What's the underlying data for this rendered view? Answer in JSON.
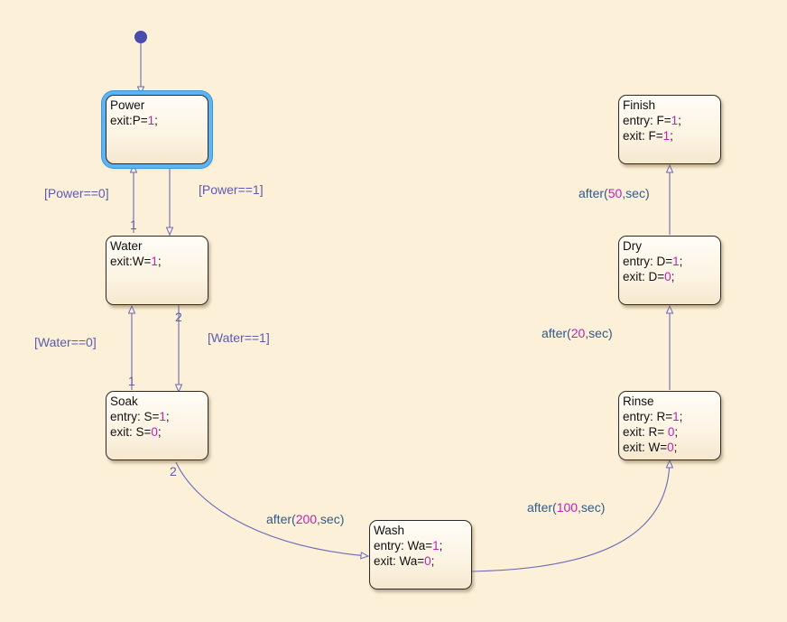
{
  "colors": {
    "background": "#fcf0d8",
    "transition": "#6a6ab8",
    "highlight": "#5eb3f0",
    "numeric": "#c21fb5",
    "junction": "#4a4ab0"
  },
  "states": {
    "power": {
      "name": "Power",
      "lines": [
        {
          "pre": "exit:P=",
          "num": "1",
          "post": ";"
        }
      ],
      "active": true
    },
    "water": {
      "name": "Water",
      "lines": [
        {
          "pre": "exit:W=",
          "num": "1",
          "post": ";"
        }
      ]
    },
    "soak": {
      "name": "Soak",
      "lines": [
        {
          "pre": "entry: S=",
          "num": "1",
          "post": ";"
        },
        {
          "pre": "exit: S=",
          "num": "0",
          "post": ";"
        }
      ]
    },
    "wash": {
      "name": "Wash",
      "lines": [
        {
          "pre": "entry: Wa=",
          "num": "1",
          "post": ";"
        },
        {
          "pre": "exit: Wa=",
          "num": "0",
          "post": ";"
        }
      ]
    },
    "rinse": {
      "name": "Rinse",
      "lines": [
        {
          "pre": "entry: R=",
          "num": "1",
          "post": ";"
        },
        {
          "pre": "exit: R= ",
          "num": "0",
          "post": ";"
        },
        {
          "pre": "exit: W=",
          "num": "0",
          "post": ";"
        }
      ]
    },
    "dry": {
      "name": "Dry",
      "lines": [
        {
          "pre": "entry: D=",
          "num": "1",
          "post": ";"
        },
        {
          "pre": "exit: D=",
          "num": "0",
          "post": ";"
        }
      ]
    },
    "finish": {
      "name": "Finish",
      "lines": [
        {
          "pre": "entry: F=",
          "num": "1",
          "post": ";"
        },
        {
          "pre": "exit: F=",
          "num": "1",
          "post": ";"
        }
      ]
    }
  },
  "transitions": {
    "power_zero": "[Power==0]",
    "power_one": "[Power==1]",
    "water_zero": "[Water==0]",
    "water_one": "[Water==1]",
    "soak_wash": {
      "pre": "after(",
      "num": "200",
      "post": ",sec)"
    },
    "wash_rinse": {
      "pre": "after(",
      "num": "100",
      "post": ",sec)"
    },
    "rinse_dry": {
      "pre": "after(",
      "num": "20",
      "post": ",sec)"
    },
    "dry_finish": {
      "pre": "after(",
      "num": "50",
      "post": ",sec)"
    }
  },
  "orders": {
    "power_zero": "1",
    "water_zero": "1",
    "water_one": "2",
    "soak_out": "2"
  }
}
